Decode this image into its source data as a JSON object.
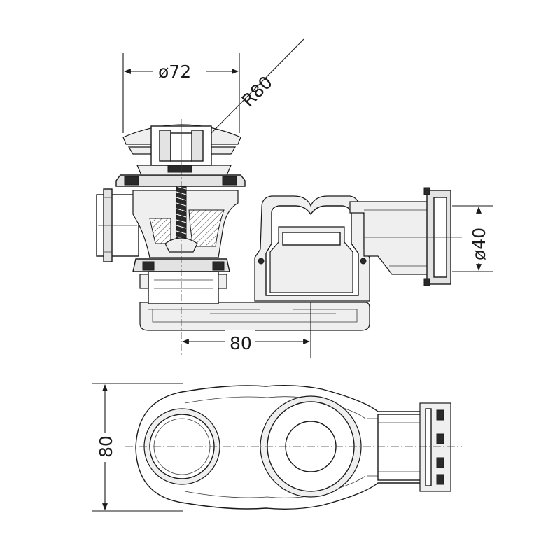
{
  "drawing": {
    "dimensions": {
      "top_diameter": "ø72",
      "radius": "R80",
      "outlet_diameter": "ø40",
      "center_distance": "80",
      "plan_width": "80"
    }
  }
}
